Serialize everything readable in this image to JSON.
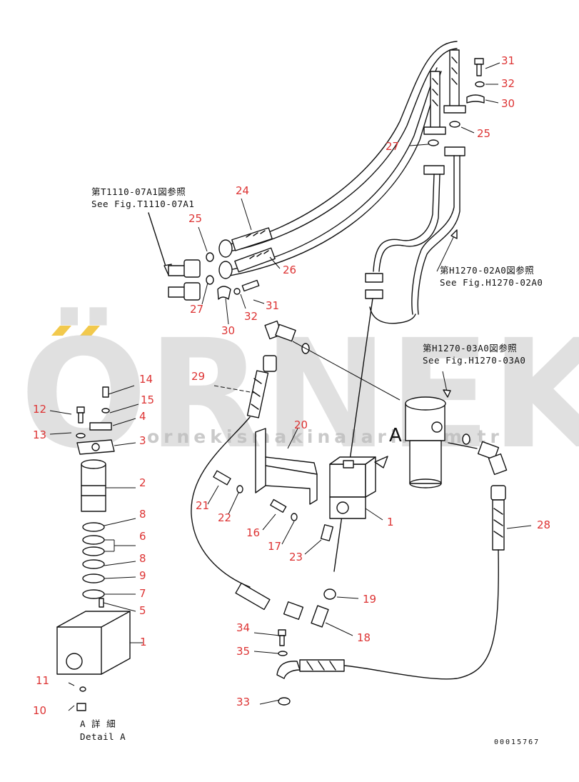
{
  "watermark": {
    "brand": "ÖRNEK",
    "site": "ornekismakinalari.com.tr",
    "accent_color": "#f2c94c"
  },
  "references": {
    "t1110_jp": "第T1110-07A1図参照",
    "t1110_en": "See Fig.T1110-07A1",
    "h1270_02_jp": "第H1270-02A0図参照",
    "h1270_02_en": "See Fig.H1270-02A0",
    "h1270_03_jp": "第H1270-03A0図参照",
    "h1270_03_en": "See Fig.H1270-03A0"
  },
  "detail": {
    "jp": "A 詳 細",
    "en": "Detail A",
    "view_letter": "A"
  },
  "document_number": "00015767",
  "callouts": {
    "c31a": "31",
    "c32a": "32",
    "c30a": "30",
    "c25a": "25",
    "c27a": "27",
    "c24": "24",
    "c25b": "25",
    "c26": "26",
    "c27b": "27",
    "c31b": "31",
    "c32b": "32",
    "c30b": "30",
    "c29": "29",
    "c14": "14",
    "c15": "15",
    "c12": "12",
    "c4": "4",
    "c13": "13",
    "c3": "3",
    "c2": "2",
    "c8a": "8",
    "c6": "6",
    "c8b": "8",
    "c9": "9",
    "c7": "7",
    "c5": "5",
    "c1a": "1",
    "c11": "11",
    "c10": "10",
    "c20": "20",
    "c21": "21",
    "c22": "22",
    "c16": "16",
    "c17": "17",
    "c23": "23",
    "c1b": "1",
    "c19": "19",
    "c18": "18",
    "c28": "28",
    "c34": "34",
    "c35": "35",
    "c33": "33"
  }
}
